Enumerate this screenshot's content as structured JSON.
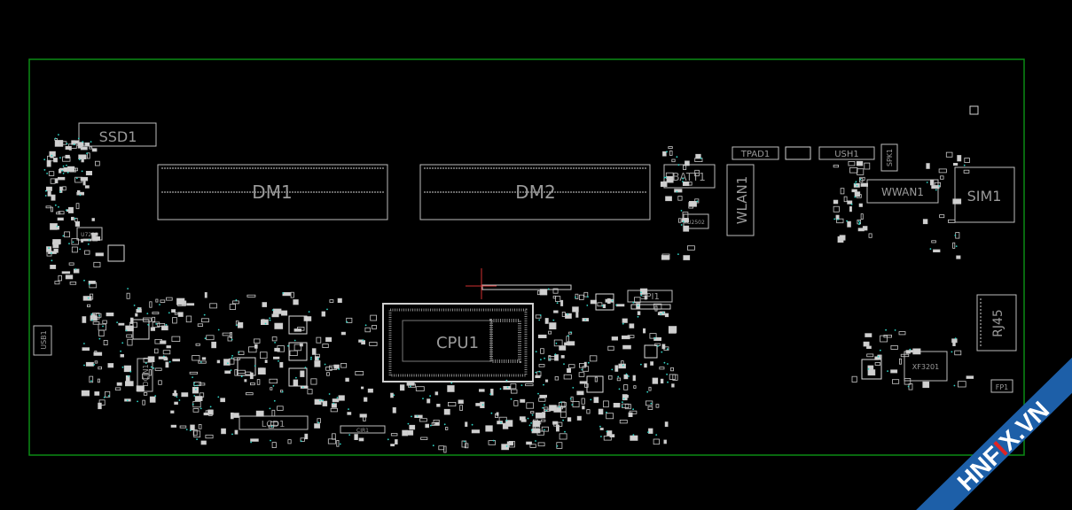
{
  "board": {
    "outline_color": "#0a8a14",
    "background": "#000000"
  },
  "labels": {
    "ssd1": "SSD1",
    "dm1": "DM1",
    "dm2": "DM2",
    "batt1": "BATT1",
    "wlan1": "WLAN1",
    "tpad1": "TPAD1",
    "ush1": "USH1",
    "spk1": "SPK1",
    "wwan1": "WWAN1",
    "sim1": "SIM1",
    "cpu1": "CPU1",
    "spi1": "SPI1",
    "usb1": "USB1",
    "dcin1": "DCIN1",
    "lcd1": "LCD1",
    "cir1": "CIR1",
    "rj45": "RJ45",
    "xf3201": "XF3201",
    "fp1": "FP1",
    "u7202": "U7202",
    "u2502": "U2502"
  },
  "watermark": {
    "text_a": "HNF",
    "text_b": "I",
    "text_c": "X.VN",
    "band_color": "#1d5fa8",
    "accent_color": "#e02424"
  }
}
